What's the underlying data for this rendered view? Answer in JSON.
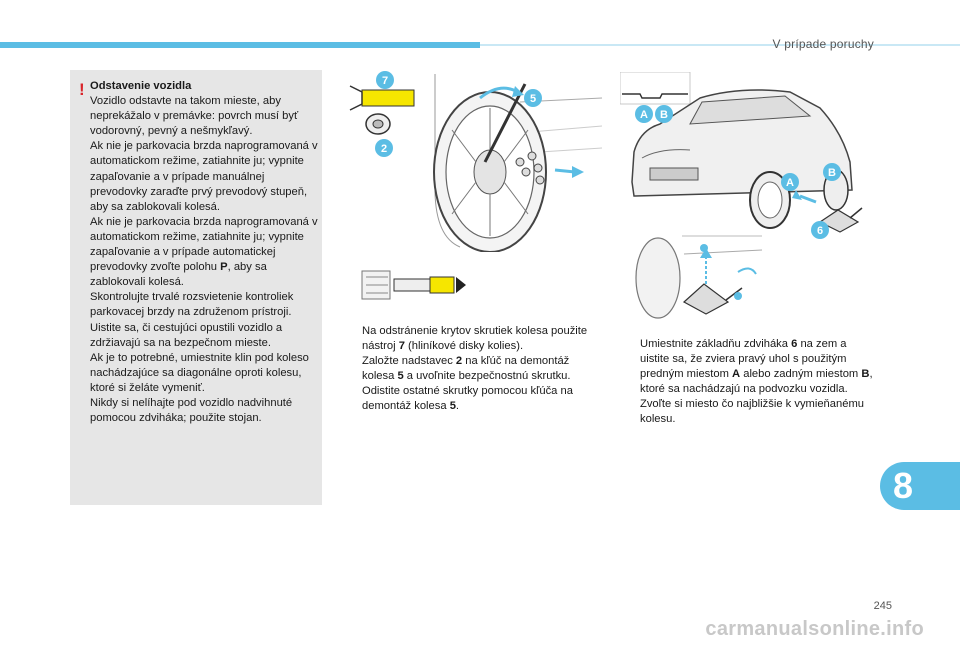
{
  "header": {
    "section_title": "V prípade poruchy"
  },
  "warning": {
    "title": "Odstavenie vozidla",
    "paragraphs": [
      "Vozidlo odstavte na takom mieste, aby neprekážalo v premávke: povrch musí byť vodorovný, pevný a nešmykľavý.",
      "Ak nie je parkovacia brzda naprogramovaná v automatickom režime, zatiahnite ju; vypnite zapaľovanie a v prípade manuálnej prevodovky zaraďte prvý prevodový stupeň, aby sa zablokovali kolesá.",
      "Ak nie je parkovacia brzda naprogramovaná v automatickom režime, zatiahnite ju; vypnite zapaľovanie a v prípade automatickej prevodovky zvoľte polohu ",
      "P",
      ", aby sa zablokovali kolesá.",
      "Skontrolujte trvalé rozsvietenie kontroliek parkovacej brzdy na združenom prístroji.",
      "Uistite sa, či cestujúci opustili vozidlo a zdržiavajú sa na bezpečnom mieste.",
      "Ak je to potrebné, umiestnite klin pod koleso nachádzajúce sa diagonálne oproti kolesu, ktoré si želáte vymeniť.",
      "Nikdy si nelíhajte pod vozidlo nadvihnuté pomocou zdviháka; použite stojan."
    ]
  },
  "middle": {
    "bullet_glyph": "",
    "items": [
      [
        "Na odstránenie krytov skrutiek kolesa použite nástroj ",
        "7",
        " (hliníkové disky kolies)."
      ],
      [
        "Založte nadstavec ",
        "2",
        " na kľúč na demontáž kolesa ",
        "5",
        " a uvoľnite bezpečnostnú skrutku."
      ],
      [
        "Odistite ostatné skrutky pomocou kľúča na demontáž kolesa ",
        "5",
        "."
      ]
    ]
  },
  "right": {
    "bullet_glyph": "",
    "item": [
      "Umiestnite základňu zdviháka ",
      "6",
      " na zem a uistite sa, že zviera pravý uhol s použitým predným miestom ",
      "A",
      " alebo zadným miestom ",
      "B",
      ", ktoré sa nachádzajú na podvozku vozidla. Zvoľte si miesto čo najbližšie k vymieňanému kolesu."
    ]
  },
  "figures": {
    "label_7": "7",
    "label_5": "5",
    "label_2": "2",
    "label_a": "A",
    "label_b": "B",
    "label_6": "6",
    "accent_color": "#5bbde4",
    "tool_color": "#f6e600"
  },
  "footer": {
    "chapter": "8",
    "page_number": "245",
    "watermark": "carmanualsonline.info"
  }
}
